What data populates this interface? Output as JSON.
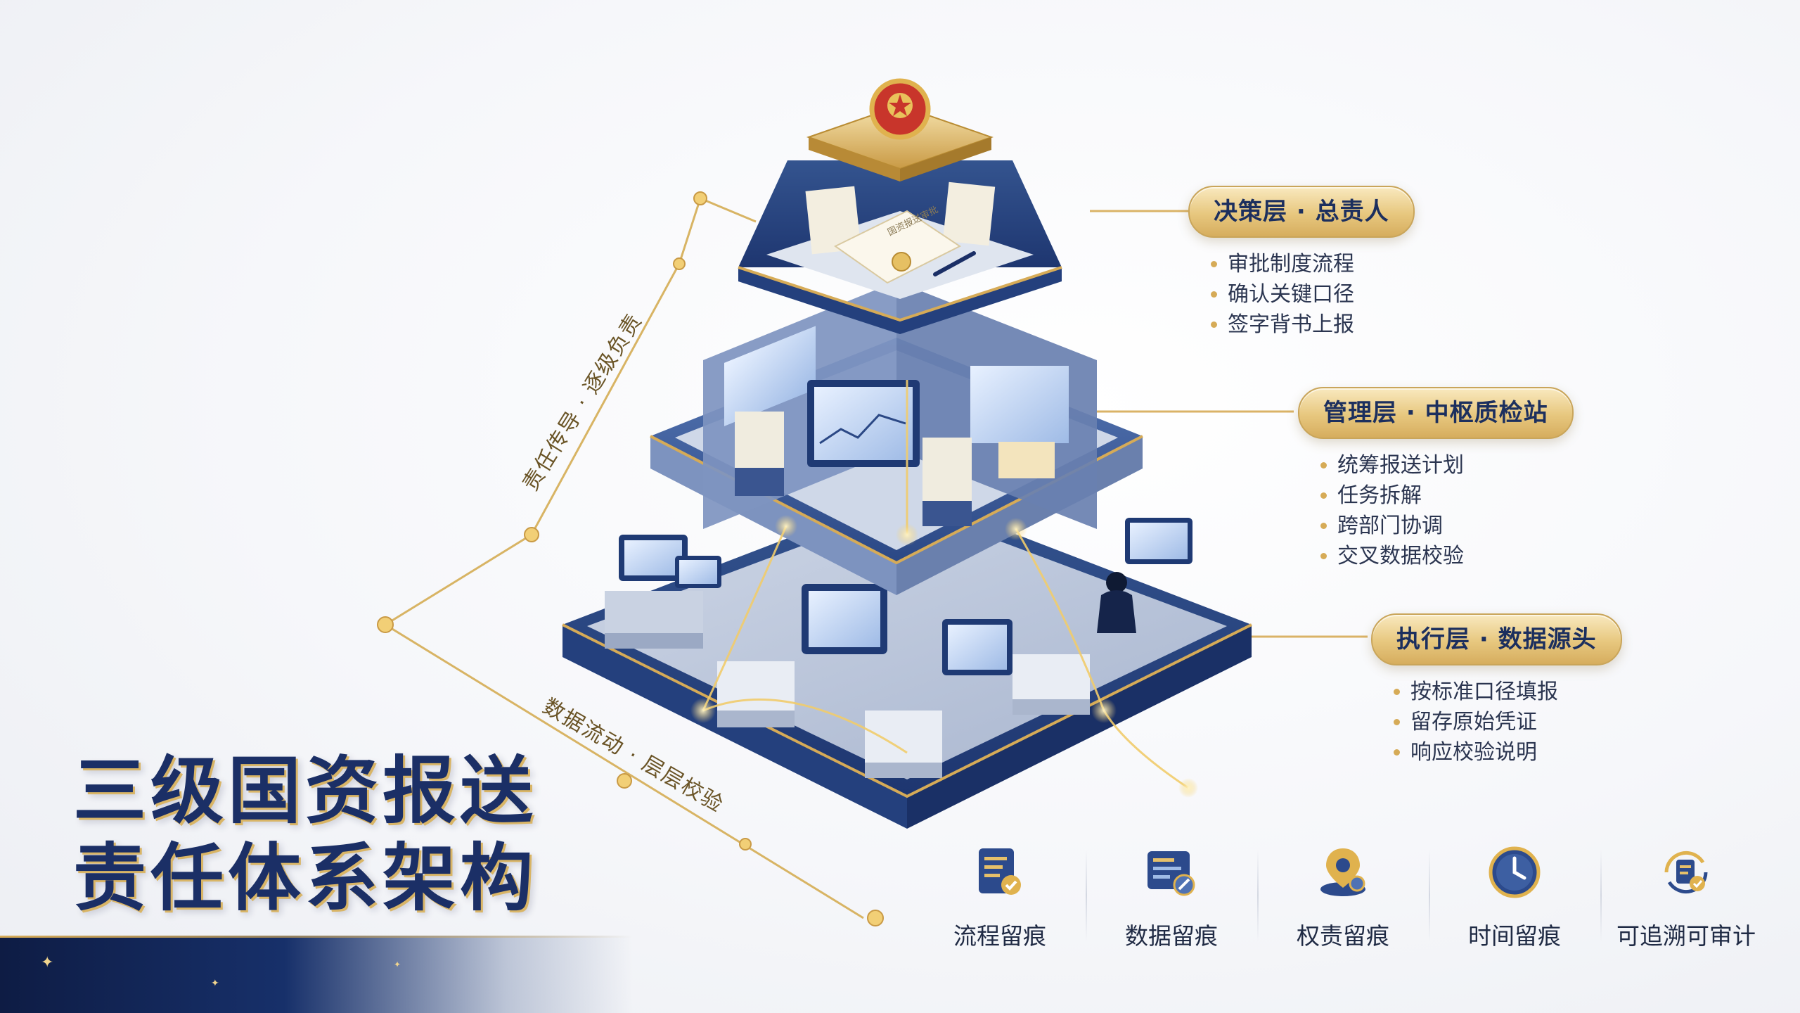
{
  "title": {
    "line1": "三级国资报送",
    "line2": "责任体系架构"
  },
  "side_labels": {
    "upper": "责任传导 · 逐级负责",
    "lower": "数据流动 · 层层校验"
  },
  "top_doc_text": "国资报送审批",
  "layers": [
    {
      "name": "决策层 · 总责人",
      "items": [
        "审批制度流程",
        "确认关键口径",
        "签字背书上报"
      ]
    },
    {
      "name": "管理层 · 中枢质检站",
      "items": [
        "统筹报送计划",
        "任务拆解",
        "跨部门协调",
        "交叉数据校验"
      ]
    },
    {
      "name": "执行层 · 数据源头",
      "items": [
        "按标准口径填报",
        "留存原始凭证",
        "响应校验说明"
      ]
    }
  ],
  "features": [
    {
      "label": "流程留痕",
      "icon": "process-document-icon"
    },
    {
      "label": "数据留痕",
      "icon": "data-file-icon"
    },
    {
      "label": "权责留痕",
      "icon": "responsibility-pin-icon"
    },
    {
      "label": "时间留痕",
      "icon": "clock-icon"
    },
    {
      "label": "可追溯可审计",
      "icon": "trace-audit-icon"
    }
  ],
  "colors": {
    "navy": "#1b2f66",
    "gold": "#d6ab57",
    "platform_blue": "#3f5f9c",
    "emblem_red": "#c8352b"
  }
}
